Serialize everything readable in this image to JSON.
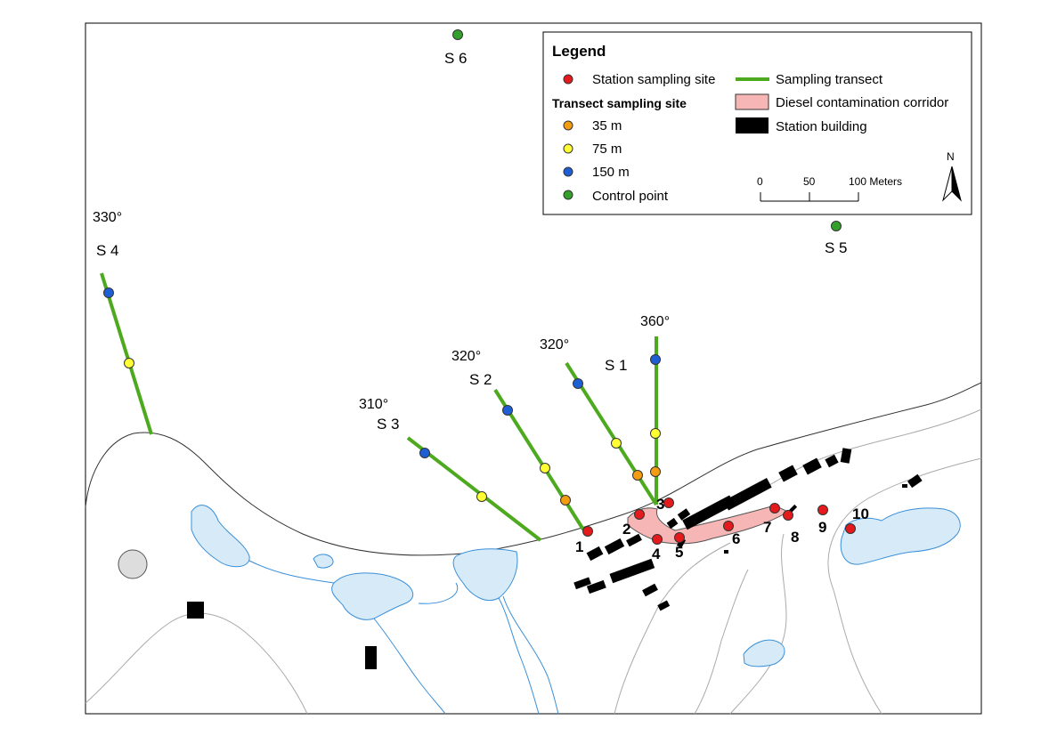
{
  "legend": {
    "title": "Legend",
    "station_site": "Station sampling site",
    "transect_heading": "Transect sampling site",
    "m35": "35 m",
    "m75": "75 m",
    "m150": "150 m",
    "control": "Control point",
    "transect_line": "Sampling transect",
    "diesel": "Diesel contamination corridor",
    "building": "Station building"
  },
  "scale": {
    "t0": "0",
    "t50": "50",
    "t100": "100 Meters"
  },
  "north": "N",
  "transects": {
    "s1": {
      "name": "S 1",
      "bearing": "320°"
    },
    "s1b": {
      "bearing": "360°"
    },
    "s2": {
      "name": "S 2",
      "bearing": "320°"
    },
    "s3": {
      "name": "S 3",
      "bearing": "310°"
    },
    "s4": {
      "name": "S 4",
      "bearing": "330°"
    },
    "s5": {
      "name": "S 5"
    },
    "s6": {
      "name": "S 6"
    }
  },
  "sites": [
    "1",
    "2",
    "3",
    "4",
    "5",
    "6",
    "7",
    "8",
    "9",
    "10"
  ],
  "colors": {
    "station": "#e41a1c",
    "m35": "#f39c12",
    "m75": "#ffff33",
    "m150": "#1f5fd6",
    "control": "#33a02c",
    "transect": "#4daa1f",
    "diesel": "#f7b6b6",
    "water": "#d6ebf7",
    "stream": "#3a8fd9",
    "building": "#000000"
  }
}
